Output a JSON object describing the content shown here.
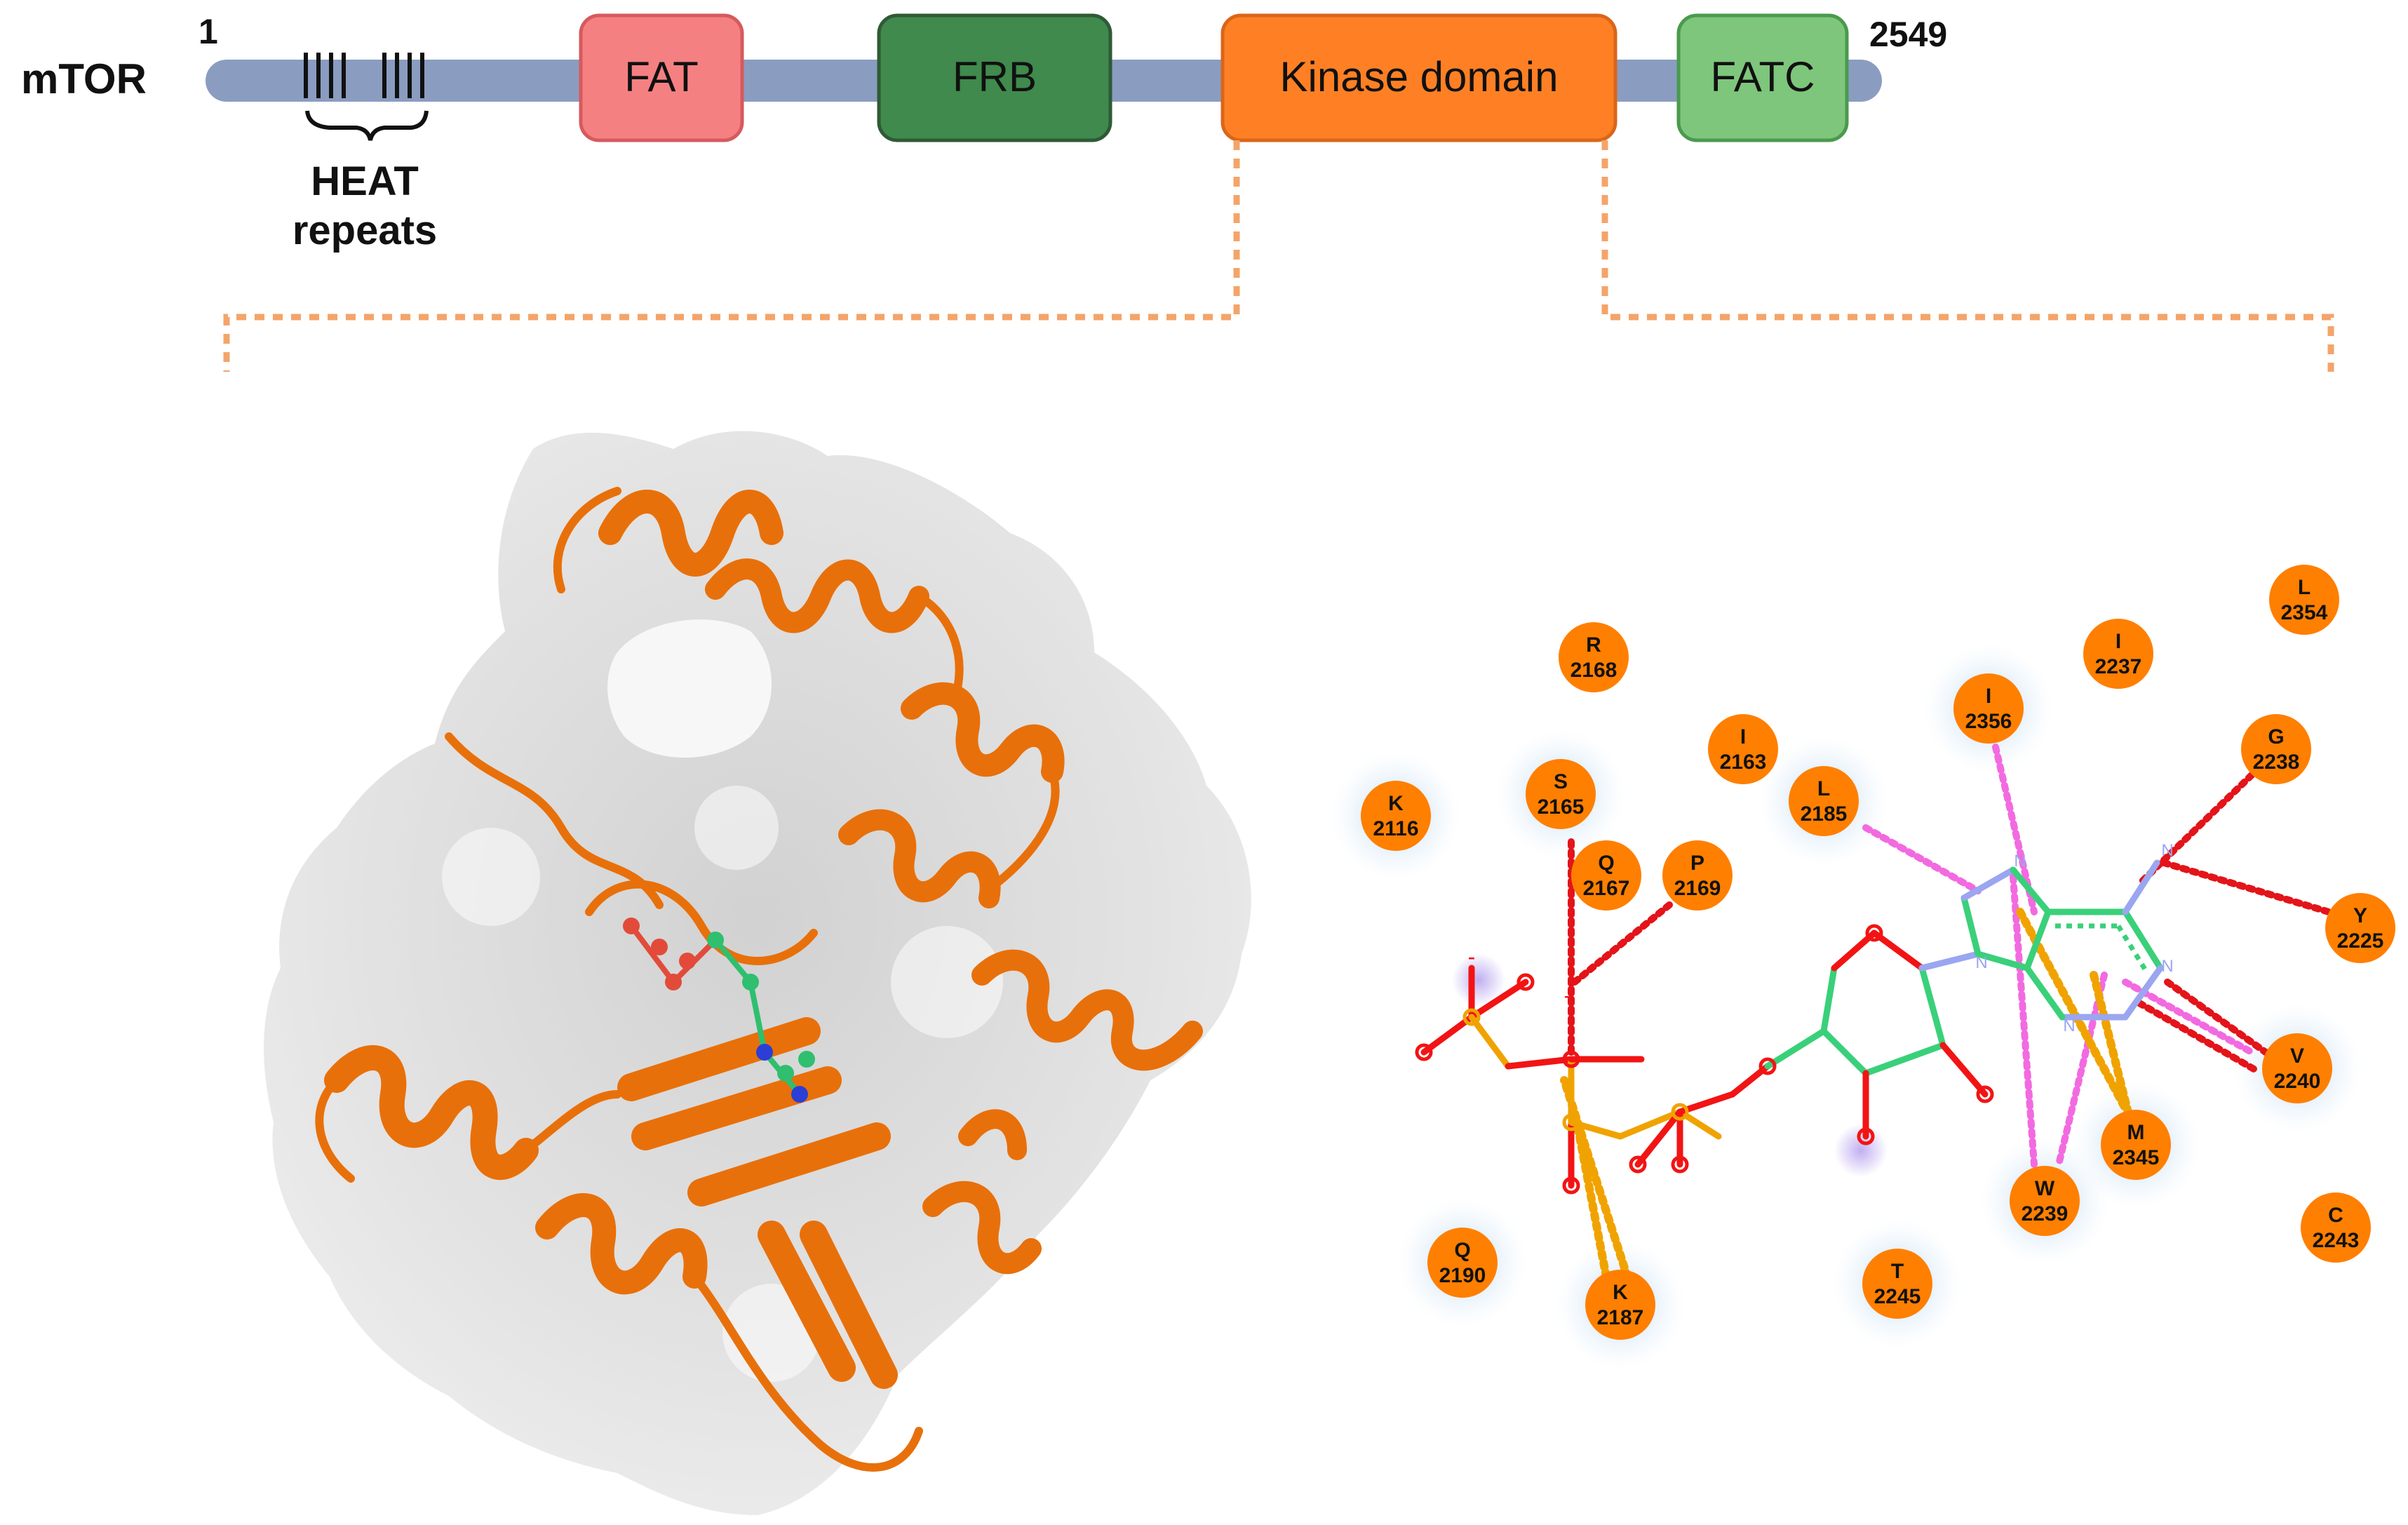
{
  "protein": {
    "name": "mTOR",
    "start": "1",
    "end": "2549",
    "backbone_color": "#8a9dc0",
    "heat_label_line1": "HEAT",
    "heat_label_line2": "repeats",
    "domains": [
      {
        "id": "fat",
        "label": "FAT",
        "fill": "#f58082",
        "stroke": "#d65a5e",
        "text_color": "#111111"
      },
      {
        "id": "frb",
        "label": "FRB",
        "fill": "#3f8a4c",
        "stroke": "#2f5a36",
        "text_color": "#111111"
      },
      {
        "id": "kinase",
        "label": "Kinase domain",
        "fill": "#ff8024",
        "stroke": "#d9661a",
        "text_color": "#111111"
      },
      {
        "id": "fatc",
        "label": "FATC",
        "fill": "#7ec67c",
        "stroke": "#4a9a4e",
        "text_color": "#111111"
      }
    ]
  },
  "zoom_color": "#f4a46a",
  "structure_3d": {
    "surface_color": "#dcdcdc",
    "ribbon_color": "#e8700a",
    "ligand_colors": [
      "#2fbf6f",
      "#e24b3a",
      "#2b3fd6"
    ]
  },
  "interaction_map": {
    "residue_color": "#ff7f00",
    "halo_color": "#e8f2fb",
    "bond_colors": {
      "red": "#e3141a",
      "pink": "#f26ae0",
      "orange": "#f0a300"
    },
    "ligand_colors": {
      "carbon": "#3ad07a",
      "oxygen": "#f21414",
      "phosphorus": "#f0a300",
      "nitrogen": "#9aa6f0"
    },
    "residues": [
      {
        "id": "k2116",
        "aa": "K",
        "num": "2116"
      },
      {
        "id": "r2168",
        "aa": "R",
        "num": "2168"
      },
      {
        "id": "s2165",
        "aa": "S",
        "num": "2165"
      },
      {
        "id": "i2163",
        "aa": "I",
        "num": "2163"
      },
      {
        "id": "q2167",
        "aa": "Q",
        "num": "2167"
      },
      {
        "id": "p2169",
        "aa": "P",
        "num": "2169"
      },
      {
        "id": "l2185",
        "aa": "L",
        "num": "2185"
      },
      {
        "id": "i2356",
        "aa": "I",
        "num": "2356"
      },
      {
        "id": "i2237",
        "aa": "I",
        "num": "2237"
      },
      {
        "id": "l2354",
        "aa": "L",
        "num": "2354"
      },
      {
        "id": "g2238",
        "aa": "G",
        "num": "2238"
      },
      {
        "id": "y2225",
        "aa": "Y",
        "num": "2225"
      },
      {
        "id": "v2240",
        "aa": "V",
        "num": "2240"
      },
      {
        "id": "m2345",
        "aa": "M",
        "num": "2345"
      },
      {
        "id": "w2239",
        "aa": "W",
        "num": "2239"
      },
      {
        "id": "c2243",
        "aa": "C",
        "num": "2243"
      },
      {
        "id": "t2245",
        "aa": "T",
        "num": "2245"
      },
      {
        "id": "k2187",
        "aa": "K",
        "num": "2187"
      },
      {
        "id": "q2190",
        "aa": "Q",
        "num": "2190"
      }
    ],
    "atom_labels": {
      "o": "O",
      "p": "P",
      "n": "N",
      "minus": "-"
    }
  }
}
